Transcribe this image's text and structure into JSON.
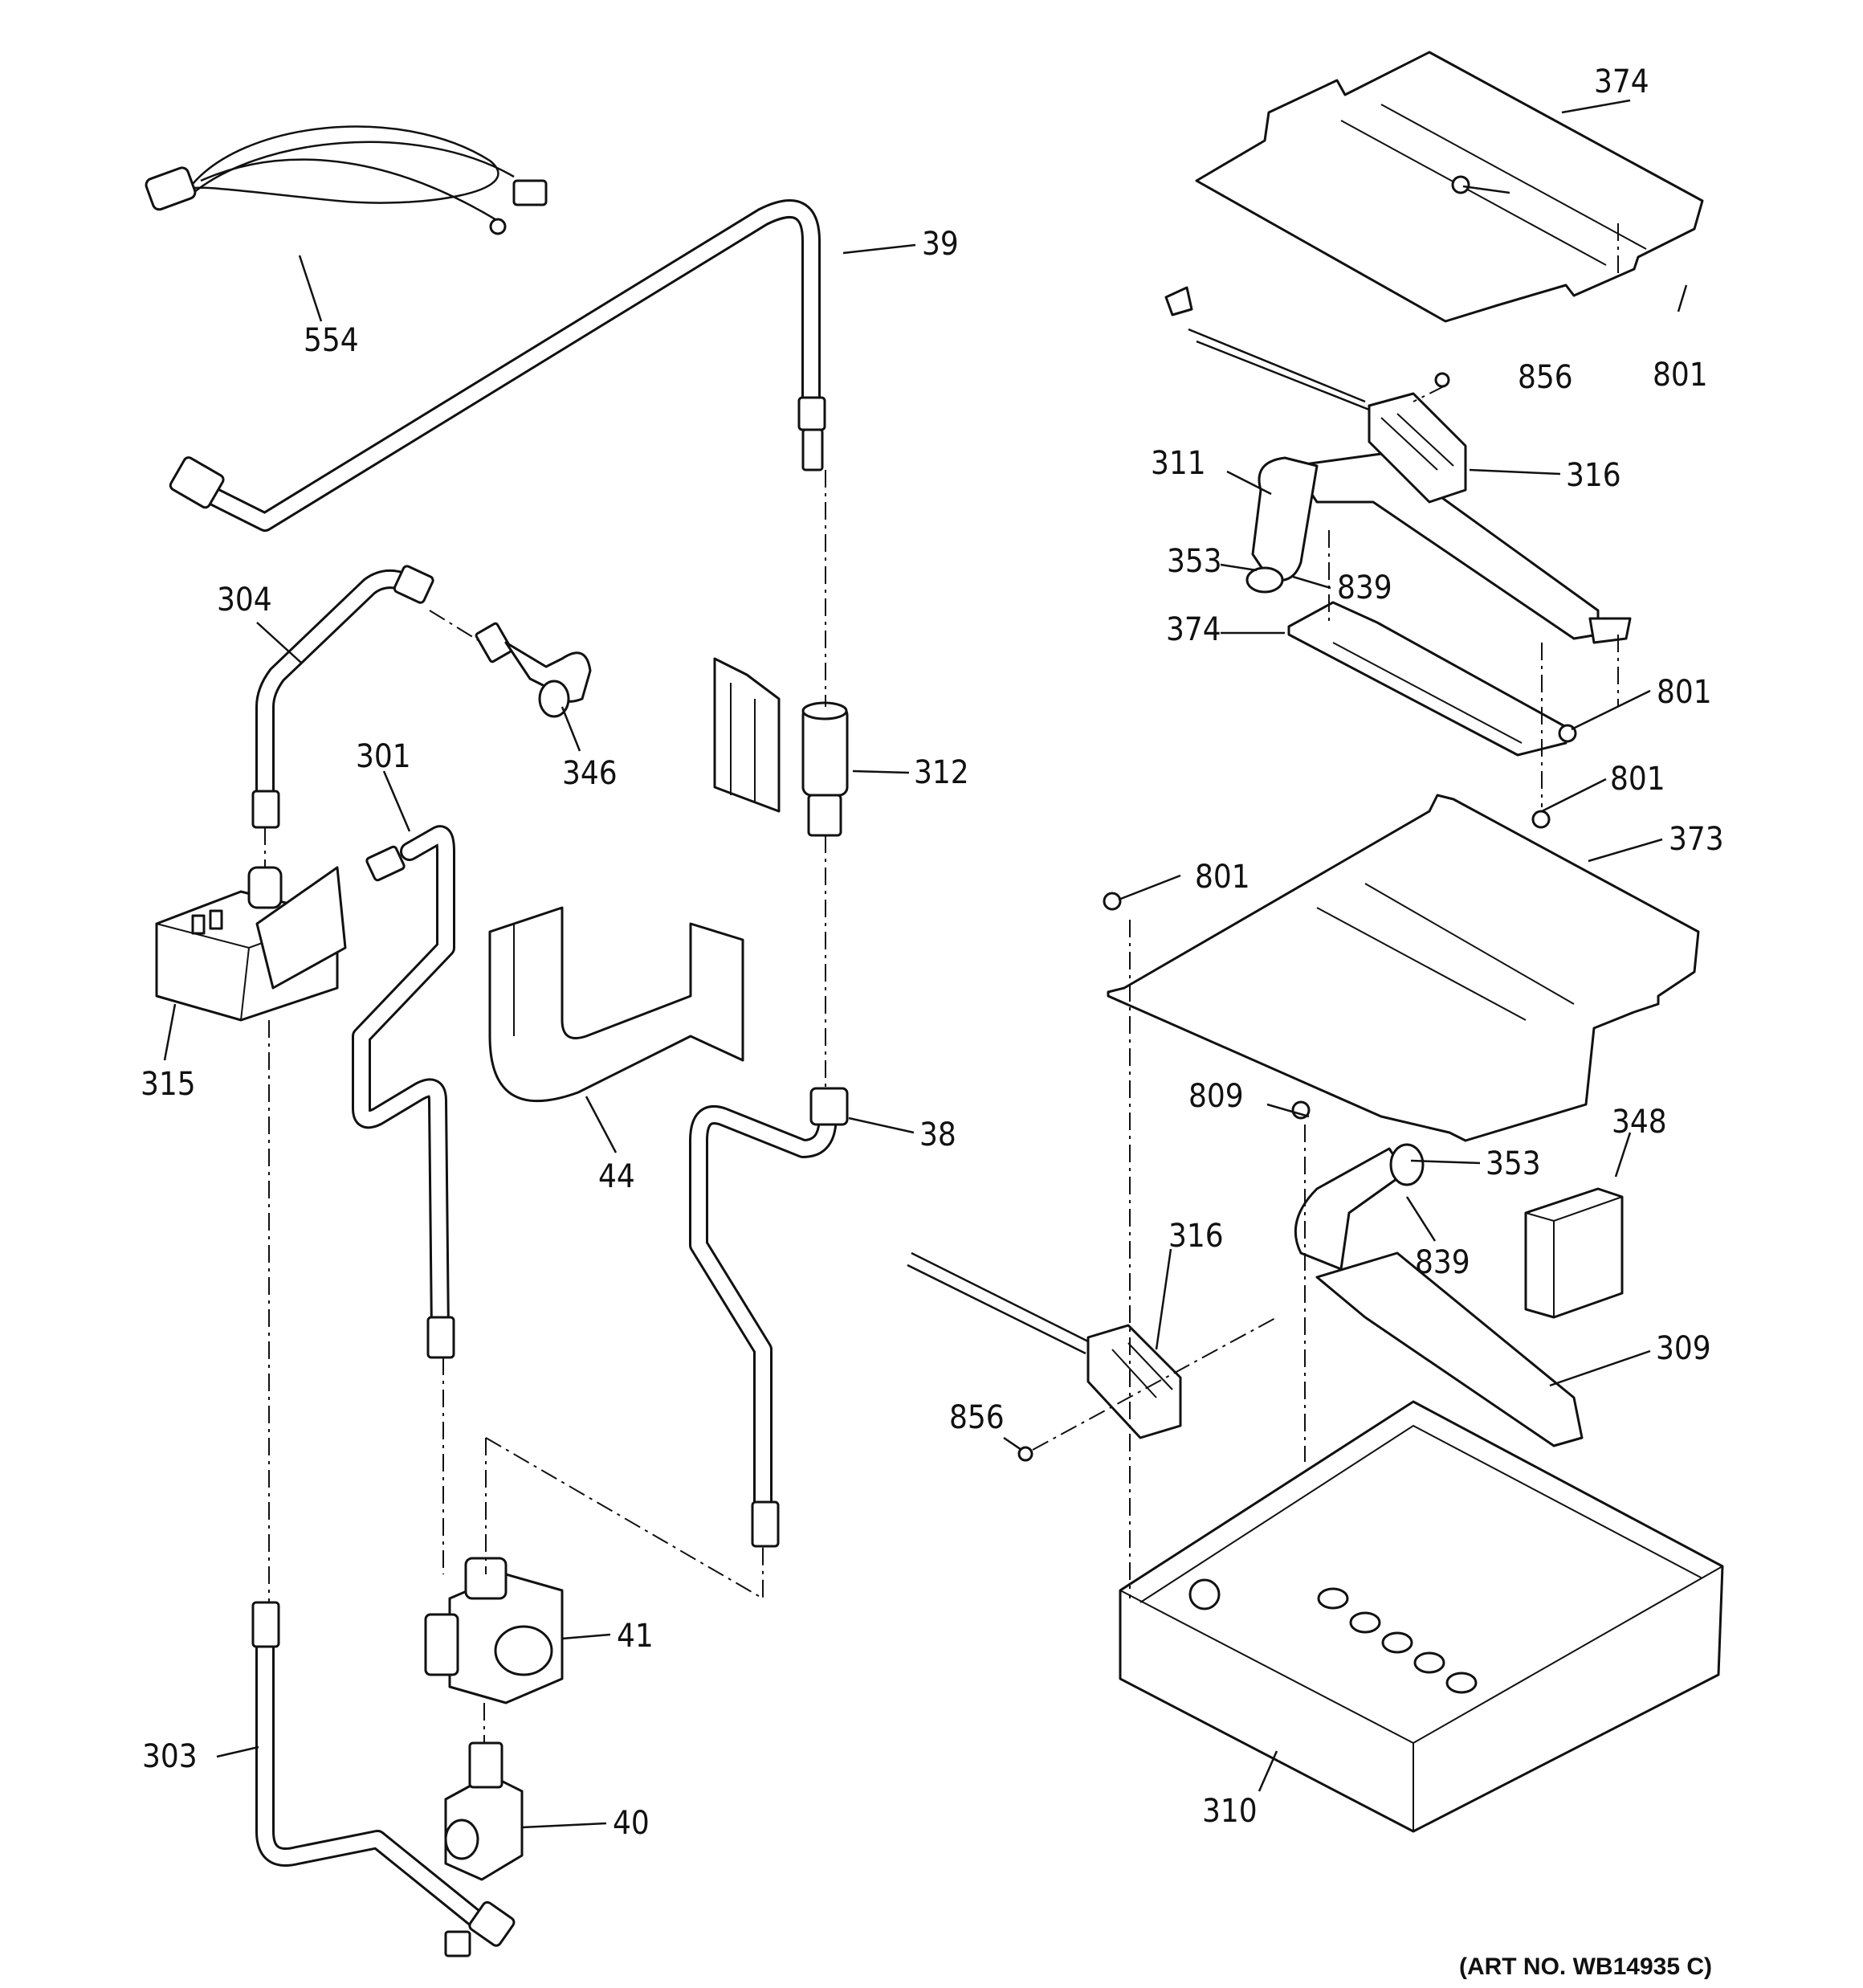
{
  "diagram": {
    "art_number": "(ART NO. WB14935 C)",
    "callouts": [
      {
        "id": "554",
        "label": "554"
      },
      {
        "id": "39",
        "label": "39"
      },
      {
        "id": "304",
        "label": "304"
      },
      {
        "id": "346",
        "label": "346"
      },
      {
        "id": "301",
        "label": "301"
      },
      {
        "id": "312",
        "label": "312"
      },
      {
        "id": "315",
        "label": "315"
      },
      {
        "id": "44",
        "label": "44"
      },
      {
        "id": "38",
        "label": "38"
      },
      {
        "id": "41",
        "label": "41"
      },
      {
        "id": "303",
        "label": "303"
      },
      {
        "id": "40",
        "label": "40"
      },
      {
        "id": "374-top",
        "label": "374"
      },
      {
        "id": "856-top",
        "label": "856"
      },
      {
        "id": "801-top",
        "label": "801"
      },
      {
        "id": "311",
        "label": "311"
      },
      {
        "id": "316-top",
        "label": "316"
      },
      {
        "id": "353-top",
        "label": "353"
      },
      {
        "id": "839-top",
        "label": "839"
      },
      {
        "id": "374-mid",
        "label": "374"
      },
      {
        "id": "801-right",
        "label": "801"
      },
      {
        "id": "801-mid",
        "label": "801"
      },
      {
        "id": "373",
        "label": "373"
      },
      {
        "id": "801-left",
        "label": "801"
      },
      {
        "id": "809",
        "label": "809"
      },
      {
        "id": "353-bottom",
        "label": "353"
      },
      {
        "id": "348",
        "label": "348"
      },
      {
        "id": "316-bottom",
        "label": "316"
      },
      {
        "id": "839-bottom",
        "label": "839"
      },
      {
        "id": "309",
        "label": "309"
      },
      {
        "id": "856-bottom",
        "label": "856"
      },
      {
        "id": "310",
        "label": "310"
      }
    ]
  }
}
